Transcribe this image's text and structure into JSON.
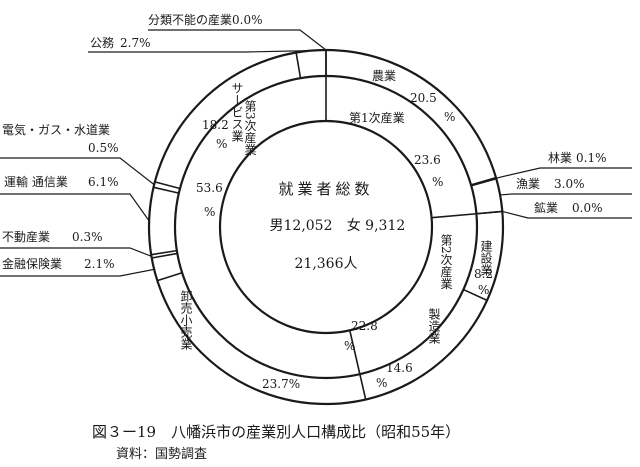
{
  "chart_data": {
    "type": "pie",
    "center": {
      "title": "就業者総数",
      "male_label": "男12,052",
      "female_label": "女 9,312",
      "total_label": "21,366人"
    },
    "outer": [
      {
        "name": "農業",
        "pct": "20.5",
        "value": 20.5
      },
      {
        "name": "林業",
        "pct": "0.1%",
        "value": 0.1
      },
      {
        "name": "漁業",
        "pct": "3.0%",
        "value": 3.0
      },
      {
        "name": "鉱業",
        "pct": "0.0%",
        "value": 0.0
      },
      {
        "name": "建設業",
        "pct": "8.2",
        "value": 8.2
      },
      {
        "name": "製造業",
        "pct": "14.6",
        "value": 14.6
      },
      {
        "name": "卸売小売業",
        "pct": "23.7%",
        "value": 23.7
      },
      {
        "name": "金融保険業",
        "pct": "2.1%",
        "value": 2.1
      },
      {
        "name": "不動産業",
        "pct": "0.3%",
        "value": 0.3
      },
      {
        "name": "運輸 通信業",
        "pct": "6.1%",
        "value": 6.1
      },
      {
        "name": "電気・ガス・水道業",
        "pct": "0.5%",
        "value": 0.5
      },
      {
        "name": "サービス業",
        "pct": "18.2",
        "value": 18.2
      },
      {
        "name": "公務",
        "pct": "2.7%",
        "value": 2.7
      },
      {
        "name": "分類不能の産業",
        "pct": "0.0%",
        "value": 0.0
      }
    ],
    "inner": [
      {
        "name": "第1次産業",
        "pct": "23.6",
        "value": 23.6
      },
      {
        "name": "第2次産業",
        "pct": "22.8",
        "value": 22.8
      },
      {
        "name": "第3次産業",
        "pct": "53.6",
        "value": 53.6
      }
    ],
    "unit": "%"
  },
  "caption": "図３ー19　八幡浜市の産業別人口構成比（昭和55年）",
  "source": "資料：国勢調査"
}
